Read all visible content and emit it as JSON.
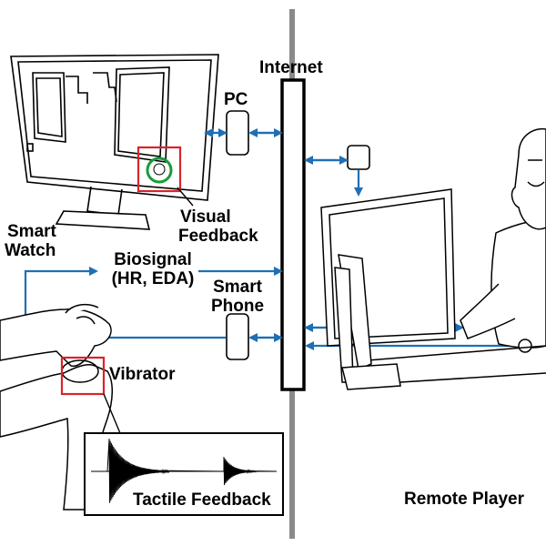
{
  "labels": {
    "internet": "Internet",
    "pc": "PC",
    "visual_feedback_1": "Visual",
    "visual_feedback_2": "Feedback",
    "smart_watch_1": "Smart",
    "smart_watch_2": "Watch",
    "biosignal_1": "Biosignal",
    "biosignal_2": "(HR, EDA)",
    "smart_phone_1": "Smart",
    "smart_phone_2": "Phone",
    "vibrator": "Vibrator",
    "tactile_feedback": "Tactile Feedback",
    "remote_player": "Remote Player"
  },
  "colors": {
    "arrow": "#1f6fb4",
    "highlight_box": "#d8242b",
    "face_ring": "#1b9a3c",
    "internet_line": "#8a8a8a",
    "outline": "#000000"
  }
}
